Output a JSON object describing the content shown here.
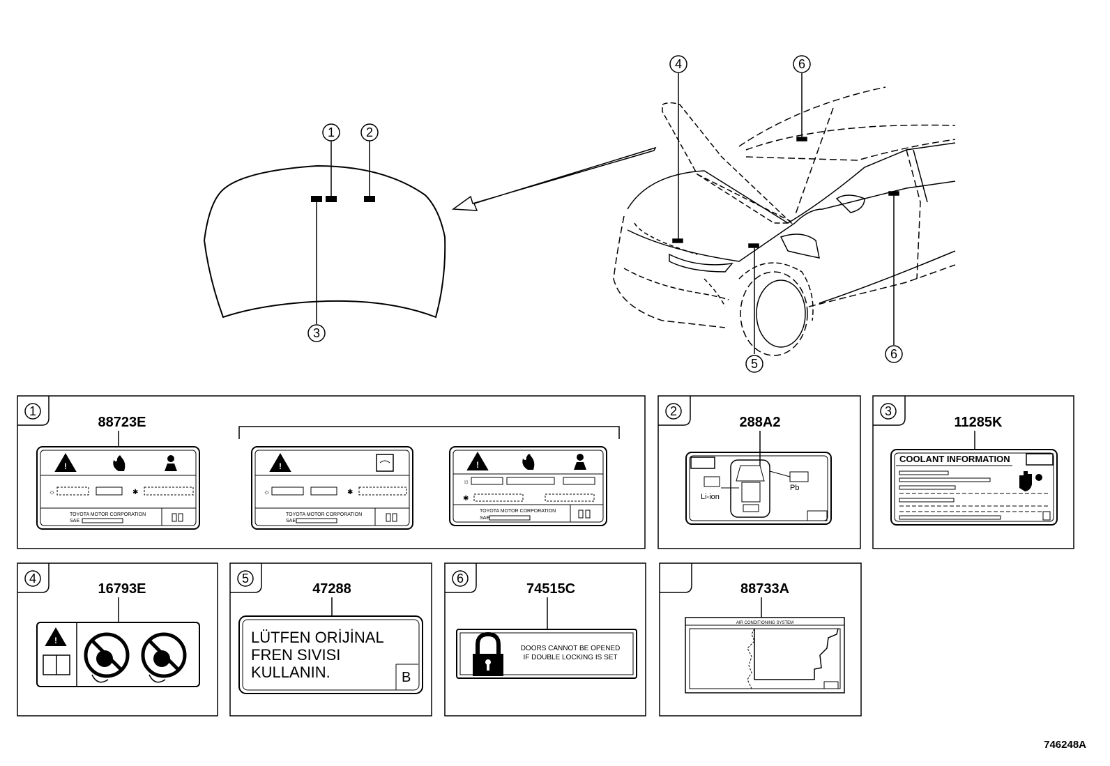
{
  "callouts": {
    "hood_1": "1",
    "hood_2": "2",
    "hood_3": "3",
    "car_4": "4",
    "car_5": "5",
    "car_6_top": "6",
    "car_6_bottom": "6"
  },
  "panels": {
    "p1": {
      "num": "1",
      "part": "88723E",
      "maker": "TOYOTA MOTOR CORPORATION",
      "sae": "SAE"
    },
    "p2": {
      "num": "2",
      "part": "288A2",
      "li_ion": "Li-ion",
      "pb": "Pb"
    },
    "p3": {
      "num": "3",
      "part": "11285K",
      "title": "COOLANT INFORMATION"
    },
    "p4": {
      "num": "4",
      "part": "16793E"
    },
    "p5": {
      "num": "5",
      "part": "47288",
      "line1": "LÜTFEN ORİJİNAL",
      "line2": "FREN SIVISI",
      "line3": "KULLANIN.",
      "suffix": "B"
    },
    "p6": {
      "num": "6",
      "part": "74515C",
      "line1": "DOORS CANNOT BE OPENED",
      "line2": "IF DOUBLE LOCKING IS SET"
    },
    "p7": {
      "part": "88733A",
      "title": "AIR CONDITIONING SYSTEM"
    }
  },
  "diagram_id": "746248A",
  "icons": [
    "warning-icon",
    "flame-icon",
    "person-icon",
    "manual-icon",
    "lock-icon",
    "battery-icon",
    "no-pacemaker-icon"
  ]
}
